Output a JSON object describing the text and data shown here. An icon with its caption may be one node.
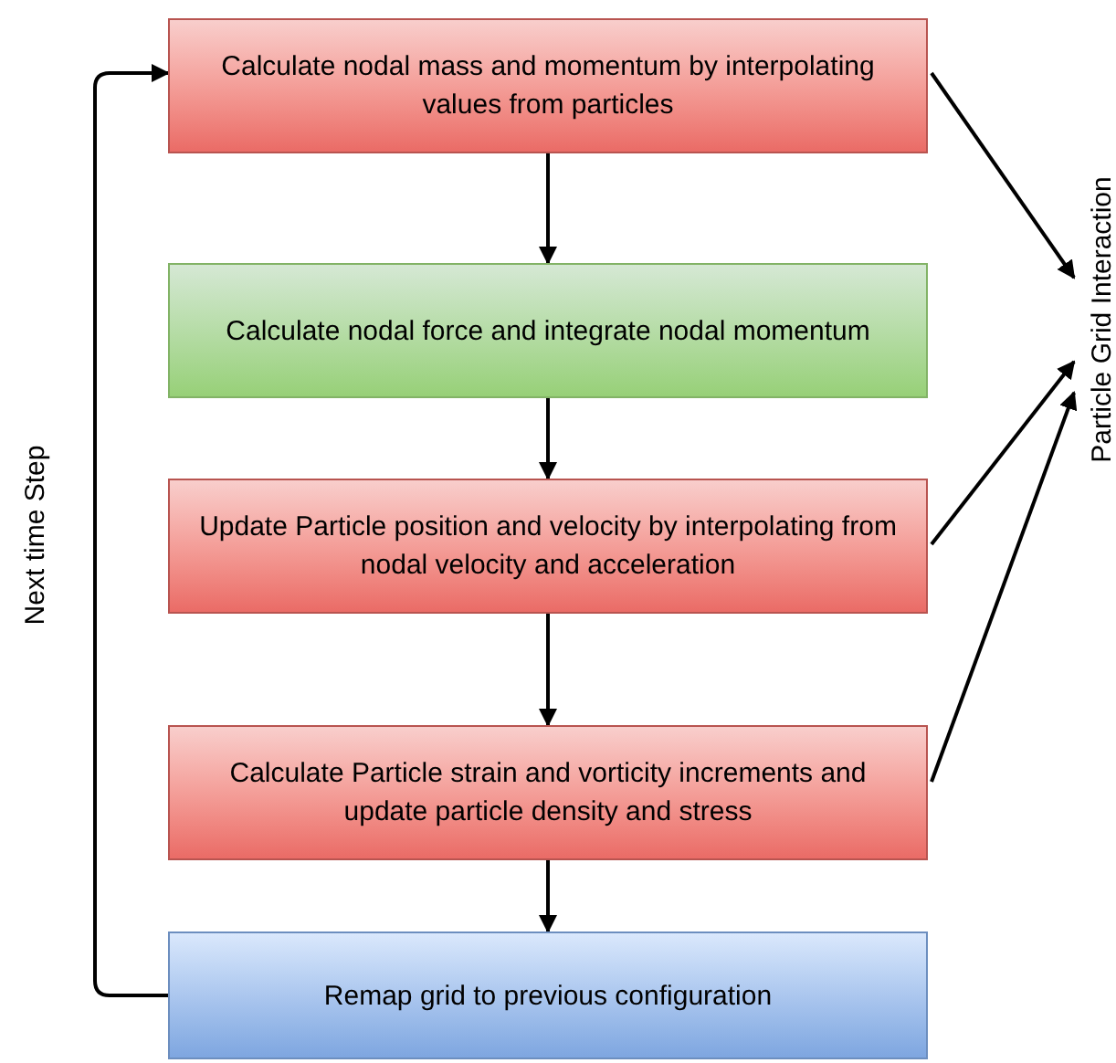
{
  "diagram": {
    "nodes": [
      {
        "text": [
          "Calculate nodal mass and momentum by interpolating values from particles"
        ]
      },
      {
        "text": [
          "Calculate nodal force and integrate nodal momentum"
        ]
      },
      {
        "text": [
          "Update Particle position and velocity by interpolating from nodal velocity and acceleration"
        ]
      },
      {
        "text": [
          "Calculate Particle strain and vorticity increments and update particle density and stress"
        ]
      },
      {
        "text": [
          "Remap grid to previous configuration"
        ]
      },
      {
        "text": [
          "Particle Grid Interaction"
        ]
      }
    ],
    "edges": [
      {
        "from": 0,
        "to": 1,
        "arrow": "to"
      },
      {
        "from": 1,
        "to": 2,
        "arrow": "to"
      },
      {
        "from": 2,
        "to": 3,
        "arrow": "to"
      },
      {
        "from": 3,
        "to": 4,
        "arrow": "to"
      },
      {
        "from": 4,
        "to": 0,
        "arrow": "to",
        "label": "Next time Step"
      },
      {
        "from": 0,
        "to": 5,
        "arrow": "to"
      },
      {
        "from": 2,
        "to": 5,
        "arrow": "to"
      },
      {
        "from": 3,
        "to": 5,
        "arrow": "to"
      }
    ]
  }
}
